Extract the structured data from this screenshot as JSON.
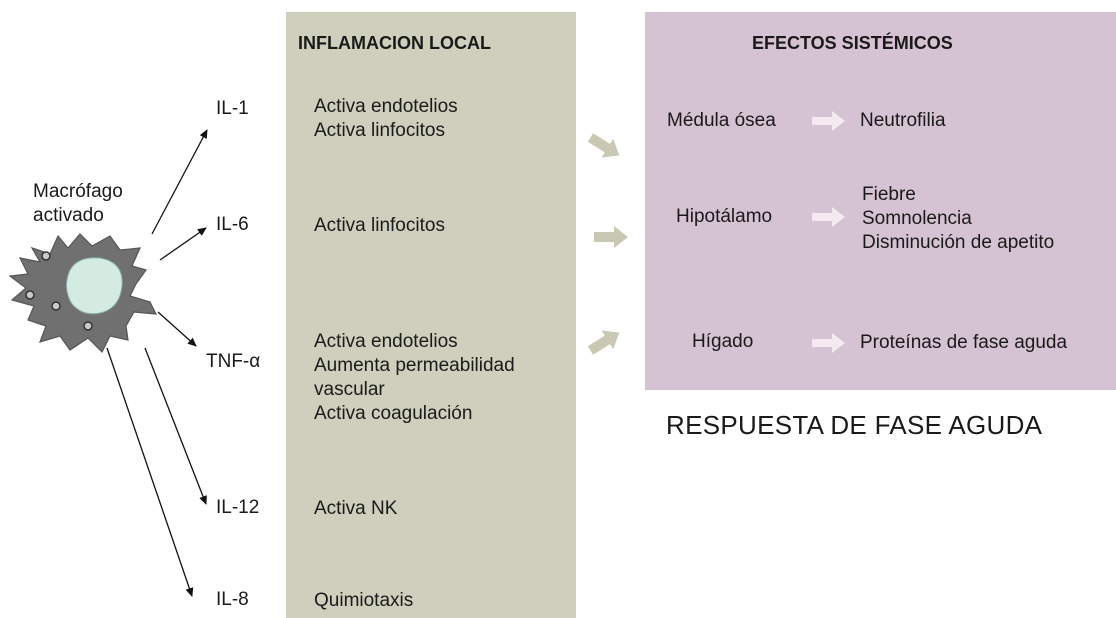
{
  "macrophage": {
    "label_line1": "Macrófago",
    "label_line2": "activado"
  },
  "cytokines": [
    {
      "name": "IL-1",
      "effects": [
        "Activa endotelios",
        "Activa linfocitos"
      ]
    },
    {
      "name": "IL-6",
      "effects": [
        "Activa linfocitos"
      ]
    },
    {
      "name": "TNF-α",
      "effects": [
        "Activa endotelios",
        "Aumenta permeabilidad",
        "vascular",
        "Activa coagulación"
      ]
    },
    {
      "name": "IL-12",
      "effects": [
        "Activa NK"
      ]
    },
    {
      "name": "IL-8",
      "effects": [
        "Quimiotaxis"
      ]
    }
  ],
  "local_panel": {
    "title": "INFLAMACION LOCAL"
  },
  "systemic_panel": {
    "title": "EFECTOS SISTÉMICOS",
    "rows": [
      {
        "organ": "Médula ósea",
        "effects": [
          "Neutrofilia"
        ]
      },
      {
        "organ": "Hipotálamo",
        "effects": [
          "Fiebre",
          "Somnolencia",
          "Disminución de apetito"
        ]
      },
      {
        "organ": "Hígado",
        "effects": [
          "Proteínas de fase aguda"
        ]
      }
    ]
  },
  "footer": {
    "title": "RESPUESTA DE FASE AGUDA"
  },
  "colors": {
    "local_panel_bg": "#cfcfbd",
    "systemic_panel_bg": "#d5c2d3",
    "big_arrow": "#c9c9b3",
    "small_arrow": "#f2e9f1",
    "cell_body": "#6f6f6f",
    "nucleus": "#d4ebe2"
  }
}
